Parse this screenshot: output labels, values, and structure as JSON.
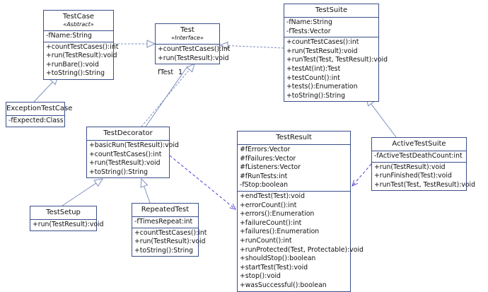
{
  "classes": [
    {
      "id": "testcase",
      "name": "TestCase",
      "stereotype": "«Asbtract»",
      "attributes": [
        "-fName:String"
      ],
      "operations": [
        "+countTestCases():int",
        "+run(TestResult):void",
        "+runBare():void",
        "+toString():String"
      ]
    },
    {
      "id": "test",
      "name": "Test",
      "stereotype": "«Interface»",
      "attributes": [],
      "operations": [
        "+countTestCases():int",
        "+run(TestResult):void"
      ]
    },
    {
      "id": "testsuite",
      "name": "TestSuite",
      "stereotype": "",
      "attributes": [
        "-fName:String",
        "-fTests:Vector"
      ],
      "operations": [
        "+countTestCases():int",
        "+run(TestResult):void",
        "+runTest(Test, TestResult):void",
        "+testAt(int):Test",
        "+testCount():int",
        "+tests():Enumeration",
        "+toString():String"
      ]
    },
    {
      "id": "exceptiontestcase",
      "name": "ExceptionTestCase",
      "stereotype": "",
      "attributes": [
        "-fExpected:Class"
      ],
      "operations": []
    },
    {
      "id": "testdecorator",
      "name": "TestDecorator",
      "stereotype": "",
      "attributes": [],
      "operations": [
        "+basicRun(TestResult):void",
        "+countTestCases():int",
        "+run(TestResult):void",
        "+toString():String"
      ]
    },
    {
      "id": "testresult",
      "name": "TestResult",
      "stereotype": "",
      "attributes": [
        "#fErrors:Vector",
        "#fFailures:Vector",
        "#fListeners:Vector",
        "#fRunTests:int",
        "-fStop:boolean"
      ],
      "operations": [
        "+endTest(Test):void",
        "+errorCount():int",
        "+errors():Enumeration",
        "+failureCount():int",
        "+failures():Enumeration",
        "+runCount():int",
        "+runProtected(Test, Protectable):void",
        "+shouldStop():boolean",
        "+startTest(Test):void",
        "+stop():void",
        "+wasSuccessful():boolean"
      ]
    },
    {
      "id": "activetestsuite",
      "name": "ActiveTestSuite",
      "stereotype": "",
      "attributes": [
        "-fActiveTestDeathCount:int"
      ],
      "operations": [
        "+run(TestResult):void",
        "+runFinished(Test):void",
        "+runTest(Test, TestResult):void"
      ]
    },
    {
      "id": "testsetup",
      "name": "TestSetup",
      "stereotype": "",
      "attributes": [],
      "operations": [
        "+run(TestResult):void"
      ]
    },
    {
      "id": "repeatedtest",
      "name": "RepeatedTest",
      "stereotype": "",
      "attributes": [
        "-fTimesRepeat:int"
      ],
      "operations": [
        "+countTestCases():int",
        "+run(TestResult):void",
        "+toString():String"
      ]
    }
  ],
  "association_label": {
    "role": "fTest",
    "multiplicity": "1"
  },
  "colors": {
    "border": "#3b4f8a",
    "dependency": "#4a3fd0",
    "generalization": "#7d8fbf"
  }
}
